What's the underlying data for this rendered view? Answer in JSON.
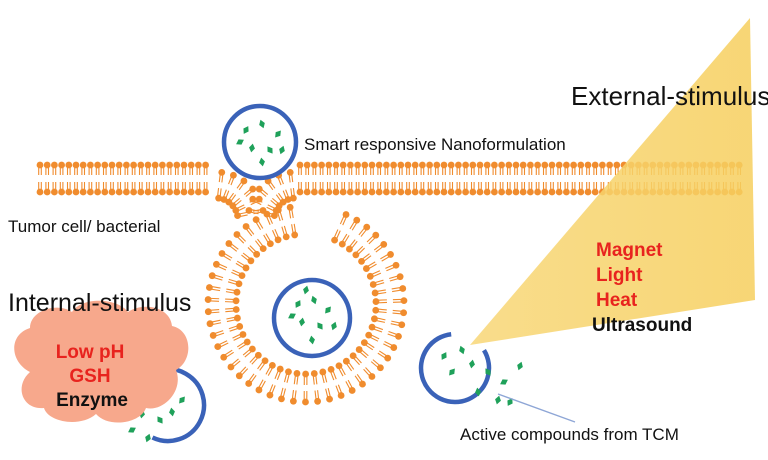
{
  "labels": {
    "external_stimulus": "External-stimulus",
    "internal_stimulus": "Internal-stimulus",
    "nanoformulation": "Smart responsive Nanoformulation",
    "cell": "Tumor cell/ bacterial",
    "active_compounds": "Active compounds from TCM"
  },
  "external_list": [
    "Magnet",
    "Light",
    "Heat",
    "Ultrasound"
  ],
  "internal_list": [
    "Low pH",
    "GSH",
    "Enzyme"
  ],
  "colors": {
    "lipid": "#F08C2E",
    "vesicle": "#3A62B8",
    "drug": "#1FA15A",
    "cone": "#F8D778",
    "cloud": "#F7A88C",
    "stimulus_red": "#E8231E",
    "text": "#111111"
  },
  "icons": [
    "lipid-bilayer",
    "nanoparticle",
    "drug-particle",
    "light-cone",
    "cloud"
  ]
}
